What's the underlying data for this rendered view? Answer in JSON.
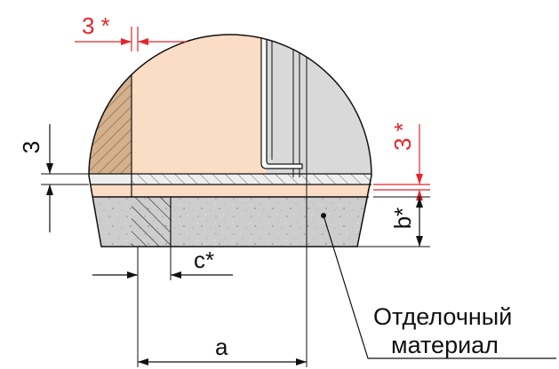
{
  "labels": {
    "dim_3_star_top": "3 *",
    "dim_3_left": "3",
    "dim_3_star_right": "3 *",
    "dim_b_star": "b*",
    "dim_c_star": "c*",
    "dim_a": "a",
    "callout_line1": "Отделочный",
    "callout_line2": "материал"
  },
  "colors": {
    "accent_red": "#e3262b",
    "line": "#111111",
    "wood_peach": "#fbdcc4",
    "wood_hatch": "#c79d78",
    "concrete": "#cfcfcf",
    "metal_grey": "#d9d9d9"
  }
}
